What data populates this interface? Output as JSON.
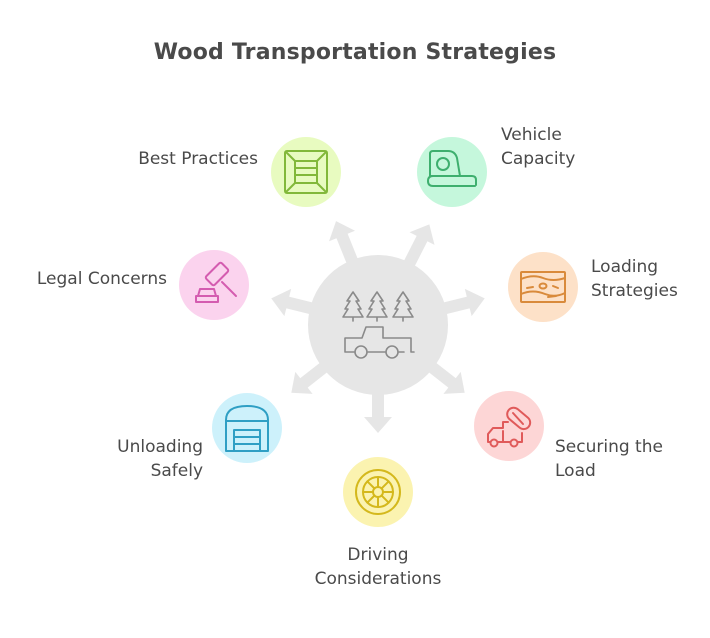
{
  "title": "Wood Transportation Strategies",
  "center": {
    "icon": "trees-and-pickup-truck-icon",
    "fill": "#e6e6e6",
    "stroke": "#8a8a8a"
  },
  "nodes": [
    {
      "id": "best-practices",
      "line1": "Best Practices",
      "line2": "",
      "icon": "crate-icon",
      "fill": "#e8fbc0",
      "stroke": "#82b83a"
    },
    {
      "id": "vehicle-capacity",
      "line1": "Vehicle",
      "line2": "Capacity",
      "icon": "tape-measure-icon",
      "fill": "#c5f7dc",
      "stroke": "#3eaf6e"
    },
    {
      "id": "loading-strategies",
      "line1": "Loading",
      "line2": "Strategies",
      "icon": "wood-grain-icon",
      "fill": "#fde1c8",
      "stroke": "#d98a3b"
    },
    {
      "id": "securing-the-load",
      "line1": "Securing the",
      "line2": "Load",
      "icon": "truck-and-pill-icon",
      "fill": "#fdd6d6",
      "stroke": "#e05a5a"
    },
    {
      "id": "driving-considerations",
      "line1": "Driving",
      "line2": "Considerations",
      "icon": "wheel-icon",
      "fill": "#fbf3b0",
      "stroke": "#d4b81c"
    },
    {
      "id": "unloading-safely",
      "line1": "Unloading",
      "line2": "Safely",
      "icon": "garage-icon",
      "fill": "#cdf1fb",
      "stroke": "#2f9fc4"
    },
    {
      "id": "legal-concerns",
      "line1": "Legal Concerns",
      "line2": "",
      "icon": "gavel-icon",
      "fill": "#fbd3ee",
      "stroke": "#d45cb0"
    }
  ]
}
